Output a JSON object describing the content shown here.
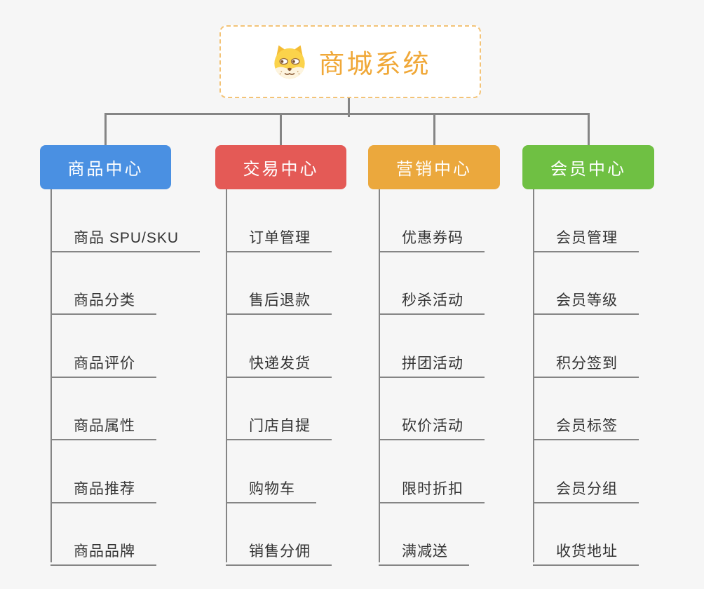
{
  "page": {
    "background_color": "#f6f6f6",
    "connector_color": "#858585"
  },
  "root": {
    "label": "商城系统",
    "icon": "shiba-dog-icon",
    "text_color": "#f0a838",
    "border_color": "#f3c377"
  },
  "branches": [
    {
      "label": "商品中心",
      "color": "#4a90e2",
      "items": [
        "商品 SPU/SKU",
        "商品分类",
        "商品评价",
        "商品属性",
        "商品推荐",
        "商品品牌"
      ]
    },
    {
      "label": "交易中心",
      "color": "#e45a56",
      "items": [
        "订单管理",
        "售后退款",
        "快递发货",
        "门店自提",
        "购物车",
        "销售分佣"
      ]
    },
    {
      "label": "营销中心",
      "color": "#eba83d",
      "items": [
        "优惠券码",
        "秒杀活动",
        "拼团活动",
        "砍价活动",
        "限时折扣",
        "满减送"
      ]
    },
    {
      "label": "会员中心",
      "color": "#6fc043",
      "items": [
        "会员管理",
        "会员等级",
        "积分签到",
        "会员标签",
        "会员分组",
        "收货地址"
      ]
    }
  ]
}
